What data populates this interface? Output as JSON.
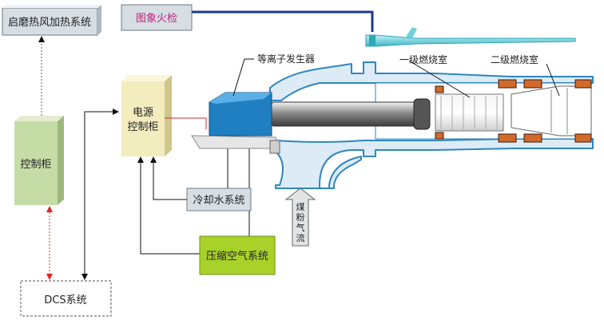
{
  "labels": {
    "preheat_system": "启磨热风加热系统",
    "control_cabinet": "控制柜",
    "dcs_system": "DCS系统",
    "power_cabinet_line1": "电源",
    "power_cabinet_line2": "控制柜",
    "cooling_water": "冷却水系统",
    "compressed_air": "压缩空气系统",
    "image_flame_detector": "图象火检",
    "plasma_generator": "等离子发生器",
    "stage1_chamber": "一级燃烧室",
    "stage2_chamber": "二级燃烧室",
    "coal_flow_c1": "煤",
    "coal_flow_c2": "粉",
    "coal_flow_c3": "气",
    "coal_flow_c4": "流"
  },
  "colors": {
    "box_cream": "#f2ecbe",
    "box_green": "#c6dca6",
    "box_lime": "#a8d12a",
    "box_steel": "#d6dde3",
    "burner_blue": "#2e86c1",
    "generator_blue": "#1f7fc0",
    "connector_red": "#d9262a",
    "flame_detector_cyan": "#3fc1d0",
    "brick_orange": "#d16a2b",
    "text_magenta": "#c0207a"
  }
}
